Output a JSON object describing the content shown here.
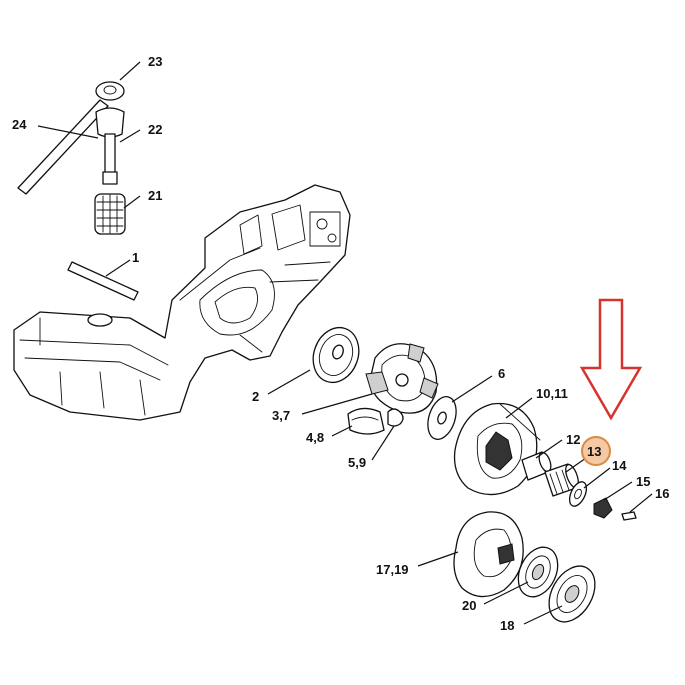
{
  "parts": [
    {
      "id": "p23",
      "label": "23"
    },
    {
      "id": "p24",
      "label": "24"
    },
    {
      "id": "p22",
      "label": "22"
    },
    {
      "id": "p21",
      "label": "21"
    },
    {
      "id": "p1",
      "label": "1"
    },
    {
      "id": "p2",
      "label": "2"
    },
    {
      "id": "p6",
      "label": "6"
    },
    {
      "id": "p1011",
      "label": "10,11"
    },
    {
      "id": "p37",
      "label": "3,7"
    },
    {
      "id": "p48",
      "label": "4,8"
    },
    {
      "id": "p59",
      "label": "5,9"
    },
    {
      "id": "p12",
      "label": "12"
    },
    {
      "id": "p13",
      "label": "13"
    },
    {
      "id": "p14",
      "label": "14"
    },
    {
      "id": "p15",
      "label": "15"
    },
    {
      "id": "p16",
      "label": "16"
    },
    {
      "id": "p1719",
      "label": "17,19"
    },
    {
      "id": "p20",
      "label": "20"
    },
    {
      "id": "p18",
      "label": "18"
    }
  ],
  "highlight": {
    "part": "13",
    "fill": "#f4c9a3",
    "stroke": "#d98a45"
  },
  "arrow": {
    "color": "#d6332e",
    "points_to": "13"
  }
}
